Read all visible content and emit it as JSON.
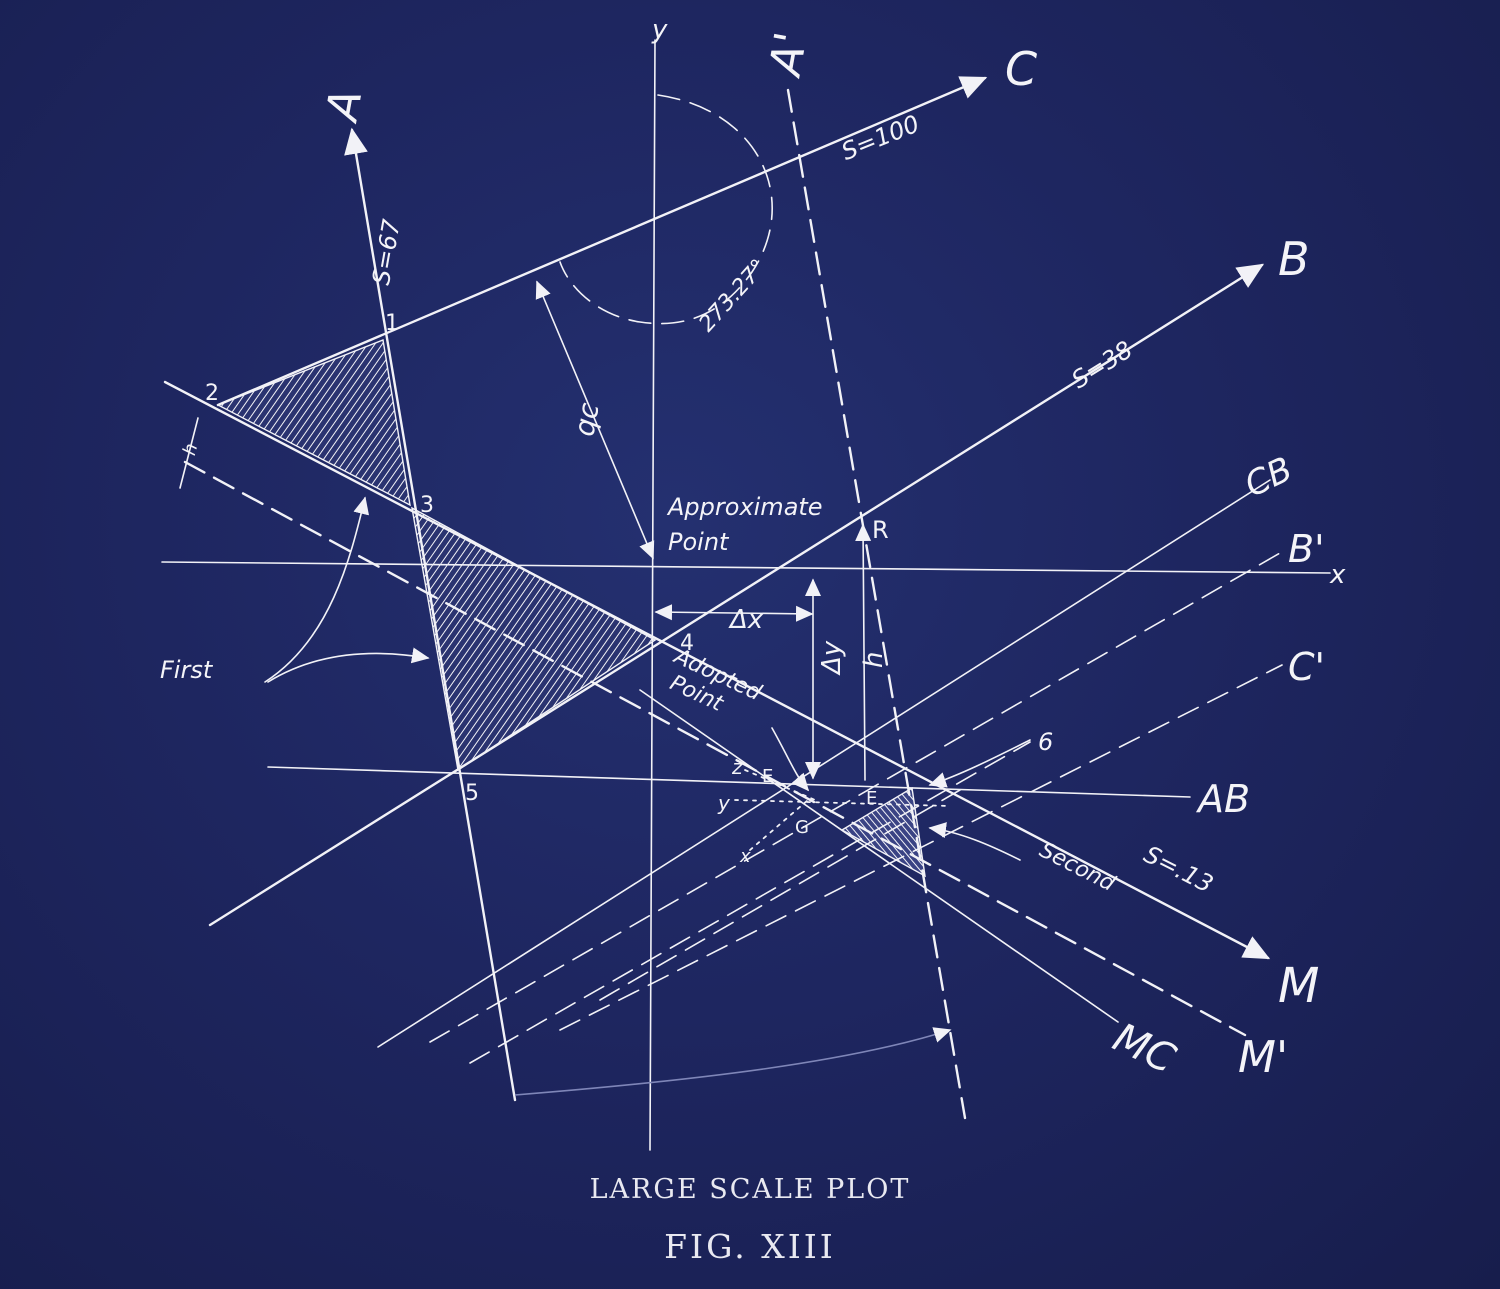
{
  "caption": {
    "title": "LARGE SCALE PLOT",
    "figure": "FIG. XIII"
  },
  "lines": {
    "A": "A",
    "A_prime": "A'",
    "B": "B",
    "C": "C",
    "B_prime": "B'",
    "C_prime": "C'",
    "CB": "CB",
    "AB": "AB",
    "M": "M",
    "M_prime": "M'",
    "MC": "MC"
  },
  "axes": {
    "x": "x",
    "y": "y"
  },
  "scales": {
    "A": "S=67",
    "C": "S=100",
    "B": "S=38",
    "M": "S=.13"
  },
  "points": {
    "p1": "1",
    "p2": "2",
    "p3": "3",
    "p4": "4",
    "p5": "5",
    "p6": "6",
    "R": "R",
    "E1": "E",
    "E2": "E",
    "G": "G",
    "z": "z",
    "y_small": "y",
    "x_small": "x"
  },
  "annotations": {
    "approximate_point_1": "Approximate",
    "approximate_point_2": "Point",
    "adopted_point_1": "Adopted",
    "adopted_point_2": "Point",
    "first": "First",
    "second": "Second",
    "delta_x": "Δx",
    "delta_y": "Δy",
    "h": "h",
    "h_small": "h",
    "qc": "qc",
    "angle": "273.27°"
  },
  "colors": {
    "background": "#1e2660",
    "ink": "#f2f2f7"
  }
}
